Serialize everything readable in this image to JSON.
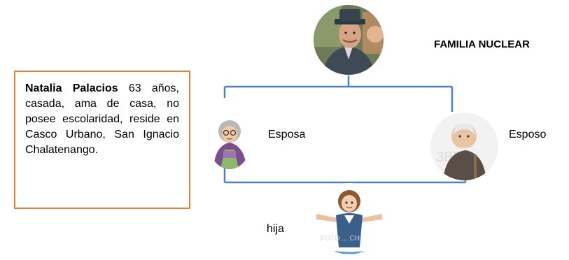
{
  "title": "FAMILIA NUCLEAR",
  "info_box": {
    "name": "Natalia Palacios",
    "description": " 63 años, casada, ama de casa, no posee escolaridad, reside en Casco Urbano, San Ignacio Chalatenango."
  },
  "members": {
    "esposa": "Esposa",
    "esposo": "Esposo",
    "hija": "hija"
  },
  "colors": {
    "connector": "#4F81BD",
    "box_border": "#ED7D31"
  },
  "icons": {
    "top": "man-in-hat-photo",
    "esposa": "elderly-woman-avatar",
    "esposo": "elderly-man-avatar",
    "hija": "young-woman-avatar"
  }
}
